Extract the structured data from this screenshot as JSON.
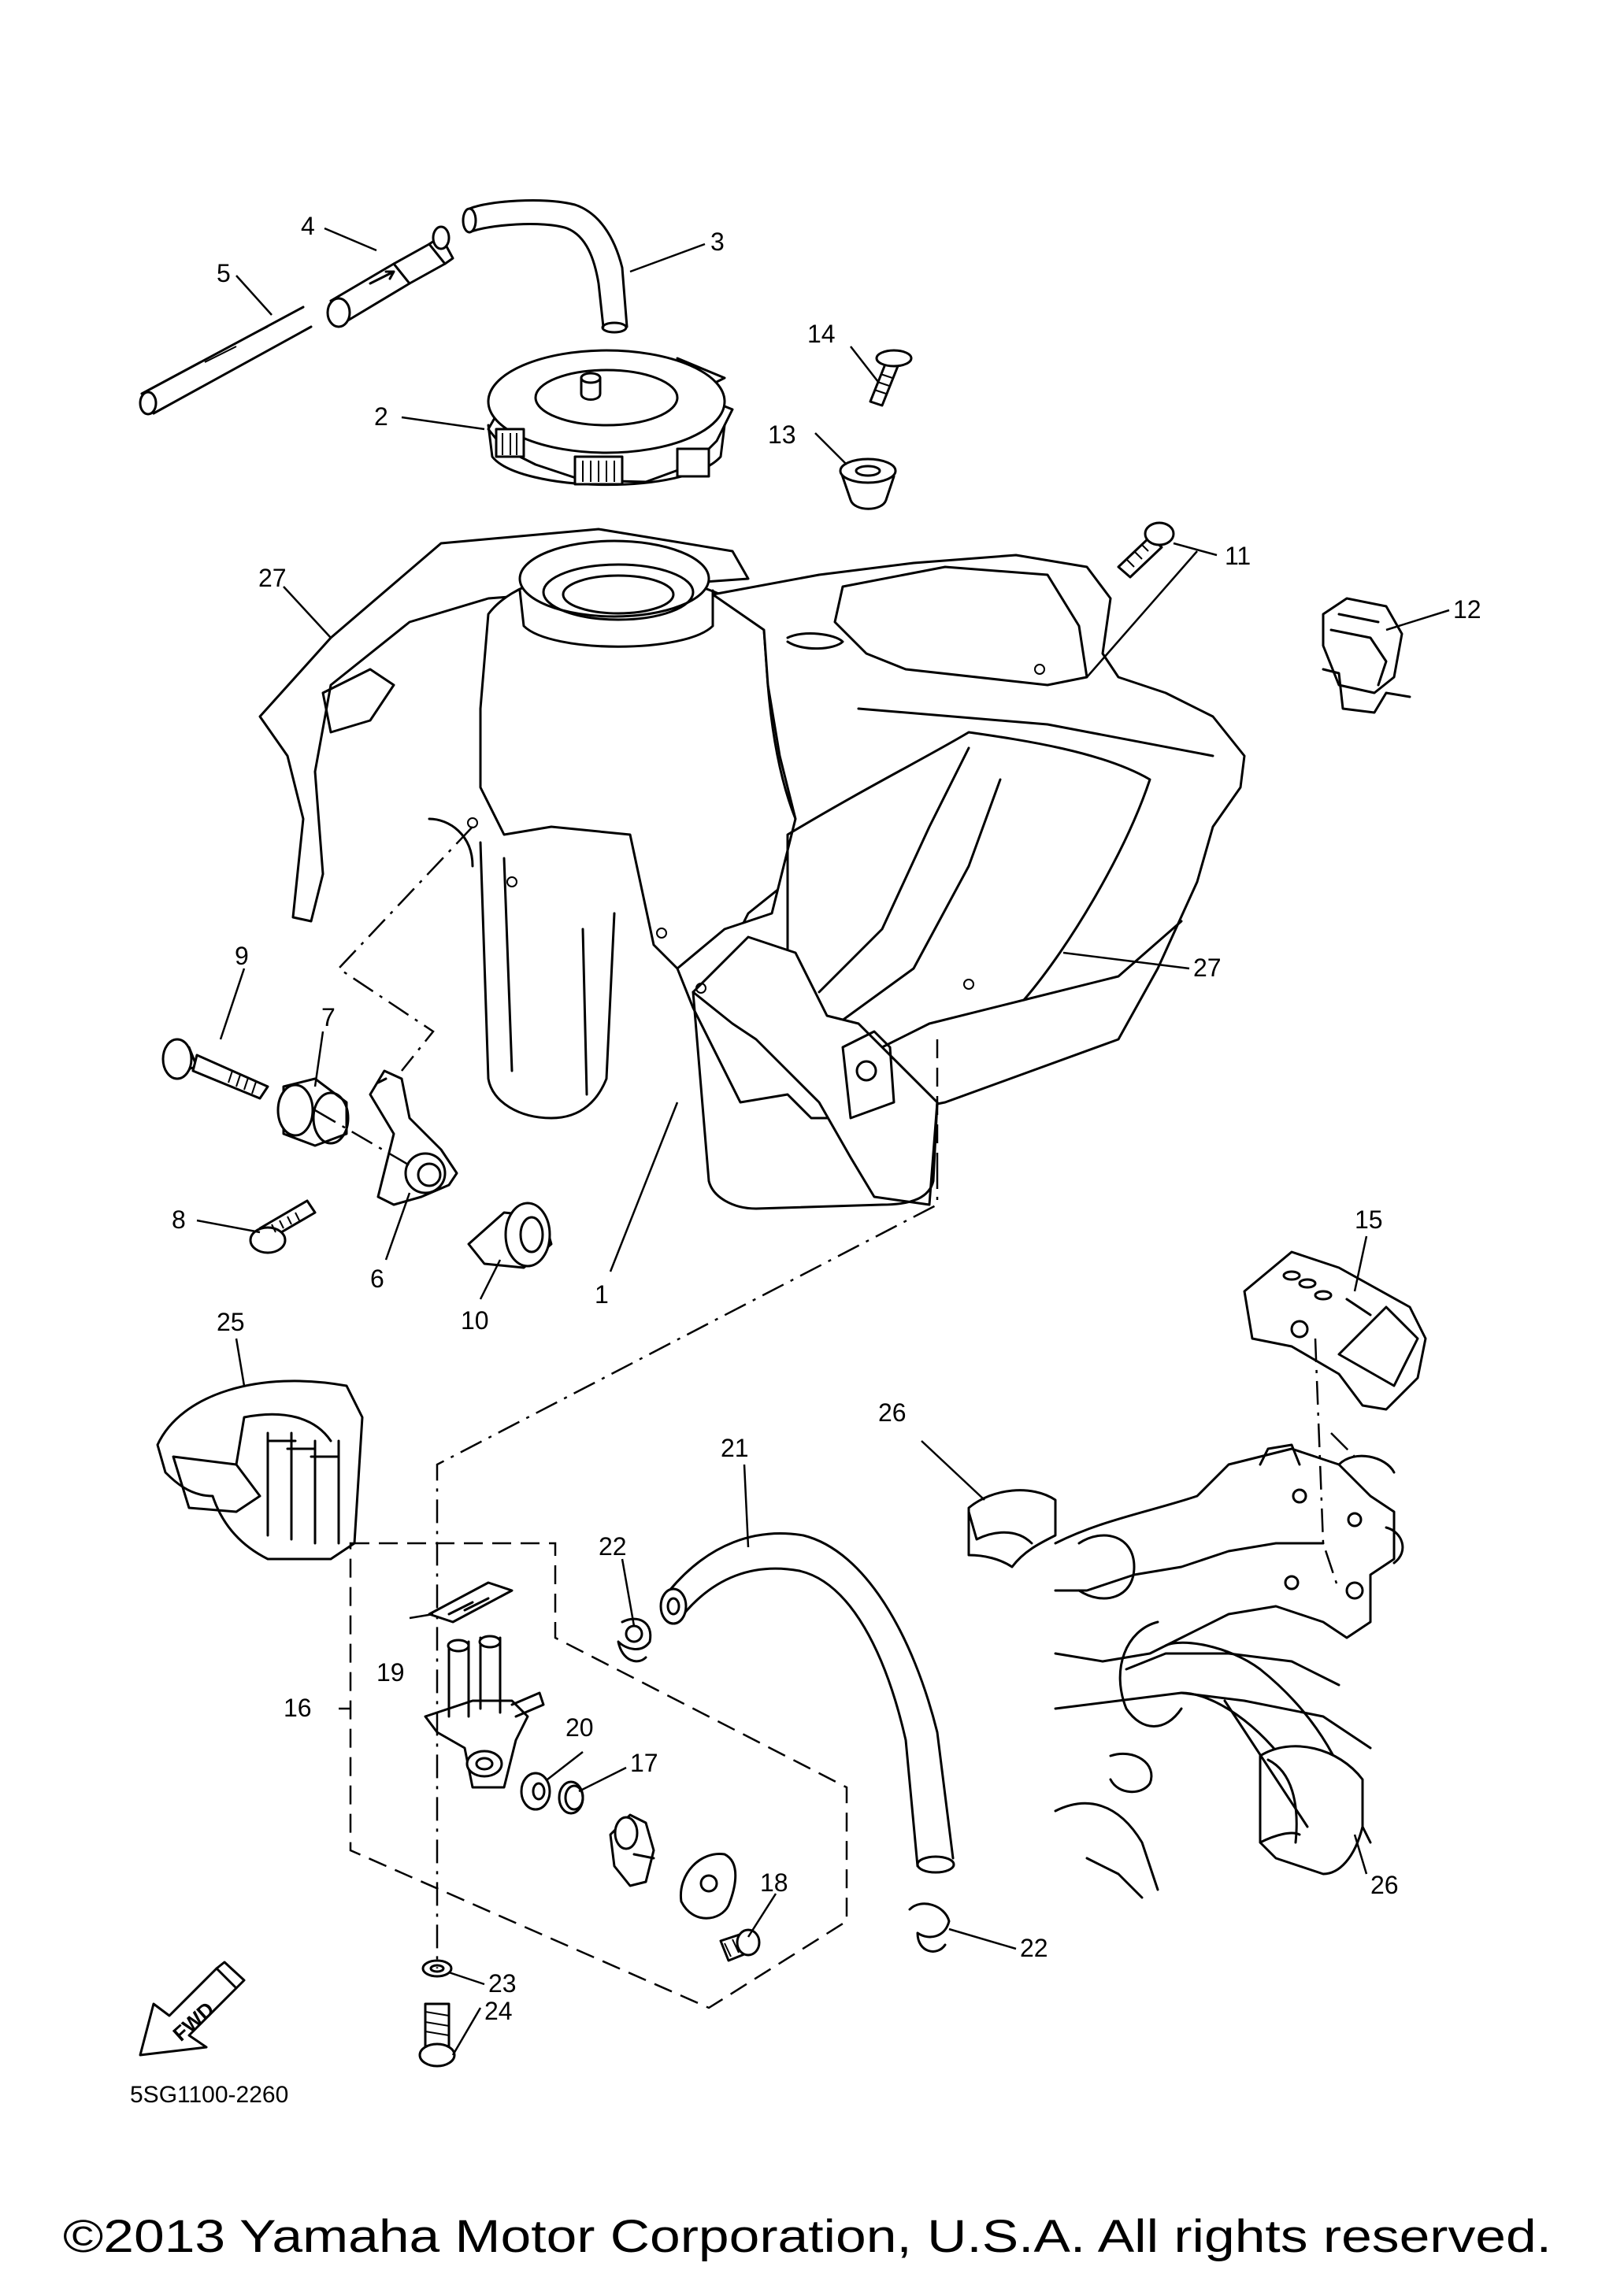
{
  "diagram": {
    "callouts": [
      {
        "id": "1",
        "label": "1"
      },
      {
        "id": "2",
        "label": "2"
      },
      {
        "id": "3",
        "label": "3"
      },
      {
        "id": "4",
        "label": "4"
      },
      {
        "id": "5",
        "label": "5"
      },
      {
        "id": "6",
        "label": "6"
      },
      {
        "id": "7",
        "label": "7"
      },
      {
        "id": "8",
        "label": "8"
      },
      {
        "id": "9",
        "label": "9"
      },
      {
        "id": "10",
        "label": "10"
      },
      {
        "id": "11",
        "label": "11"
      },
      {
        "id": "12",
        "label": "12"
      },
      {
        "id": "13",
        "label": "13"
      },
      {
        "id": "14",
        "label": "14"
      },
      {
        "id": "15",
        "label": "15"
      },
      {
        "id": "16",
        "label": "16"
      },
      {
        "id": "17",
        "label": "17"
      },
      {
        "id": "18",
        "label": "18"
      },
      {
        "id": "19",
        "label": "19"
      },
      {
        "id": "20",
        "label": "20"
      },
      {
        "id": "21",
        "label": "21"
      },
      {
        "id": "22a",
        "label": "22"
      },
      {
        "id": "22b",
        "label": "22"
      },
      {
        "id": "23",
        "label": "23"
      },
      {
        "id": "24",
        "label": "24"
      },
      {
        "id": "25",
        "label": "25"
      },
      {
        "id": "26a",
        "label": "26"
      },
      {
        "id": "26b",
        "label": "26"
      },
      {
        "id": "27a",
        "label": "27"
      },
      {
        "id": "27b",
        "label": "27"
      }
    ],
    "fwd_label": "FWD",
    "diagram_code": "5SG1100-2260",
    "copyright": "©2013 Yamaha Motor Corporation, U.S.A. All rights reserved."
  }
}
